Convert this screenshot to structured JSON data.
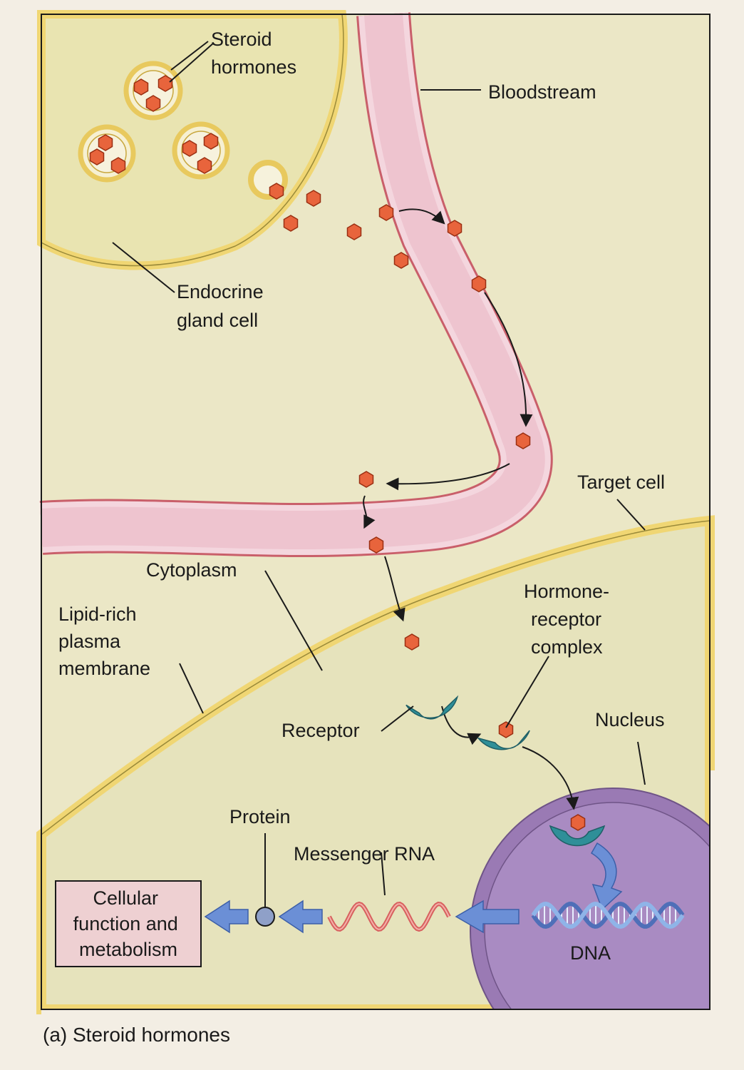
{
  "labels": {
    "steroid_hormones": [
      "Steroid",
      "hormones"
    ],
    "bloodstream": "Bloodstream",
    "endocrine_gland_cell": [
      "Endocrine",
      "gland cell"
    ],
    "target_cell": "Target cell",
    "cytoplasm": "Cytoplasm",
    "lipid_rich_membrane": [
      "Lipid-rich",
      "plasma",
      "membrane"
    ],
    "hormone_receptor_complex": [
      "Hormone-",
      "receptor",
      "complex"
    ],
    "receptor": "Receptor",
    "nucleus": "Nucleus",
    "protein": "Protein",
    "messenger_rna": "Messenger RNA",
    "dna": "DNA",
    "cellular_function": [
      "Cellular",
      "function and",
      "metabolism"
    ]
  },
  "caption": "(a) Steroid hormones",
  "colors": {
    "cell_fill": "#ebe6b4",
    "membrane": "#f0d673",
    "blood_vessel": "#f2cbd5",
    "vessel_wall": "#c95f6a",
    "hormone": "#e8643c",
    "receptor": "#2f8f98",
    "nucleus": "#9a7ab4",
    "arrow": "#6b8fd6",
    "function_box": "#eed0d2"
  },
  "icons": {
    "hormone": "hexagon-icon",
    "receptor": "receptor-shape-icon",
    "protein": "circle-icon",
    "mrna": "wave-strand-icon",
    "dna": "double-helix-icon"
  }
}
